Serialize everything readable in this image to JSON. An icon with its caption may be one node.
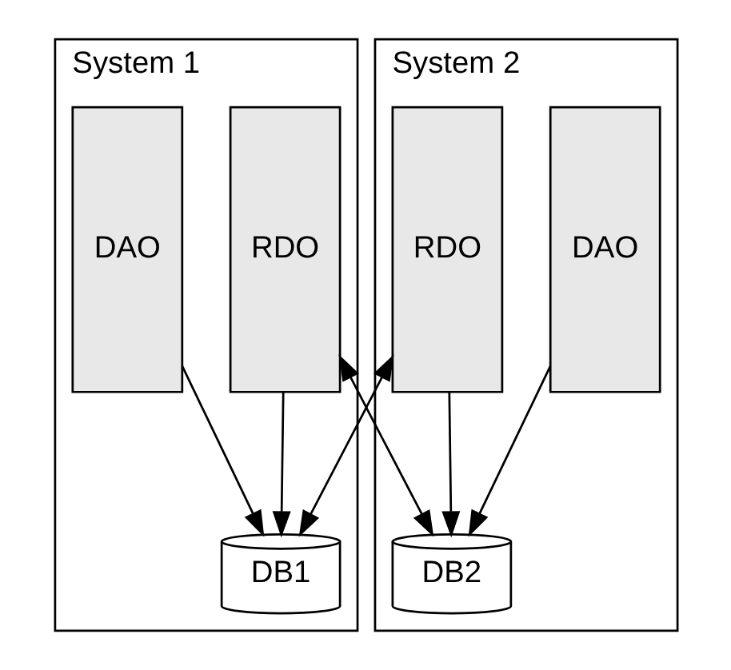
{
  "diagram": {
    "nodes": [
      {
        "text": [
          "System 1"
        ]
      },
      {
        "text": [
          "DAO"
        ],
        "in": 0
      },
      {
        "text": [
          "RDO"
        ],
        "in": 0
      },
      {
        "text": [
          "DB1"
        ],
        "in": 0
      },
      {
        "text": [
          "System 2"
        ]
      },
      {
        "text": [
          "RDO"
        ],
        "in": 4
      },
      {
        "text": [
          "DAO"
        ],
        "in": 4
      },
      {
        "text": [
          "DB2"
        ],
        "in": 4
      }
    ],
    "edges": [
      {
        "from": 1,
        "to": 3,
        "arrow": "to"
      },
      {
        "from": 2,
        "to": 3,
        "arrow": "to"
      },
      {
        "from": 2,
        "to": 7,
        "arrow": "both"
      },
      {
        "from": 5,
        "to": 3,
        "arrow": "both"
      },
      {
        "from": 5,
        "to": 7,
        "arrow": "to"
      },
      {
        "from": 6,
        "to": 7,
        "arrow": "to"
      }
    ]
  }
}
